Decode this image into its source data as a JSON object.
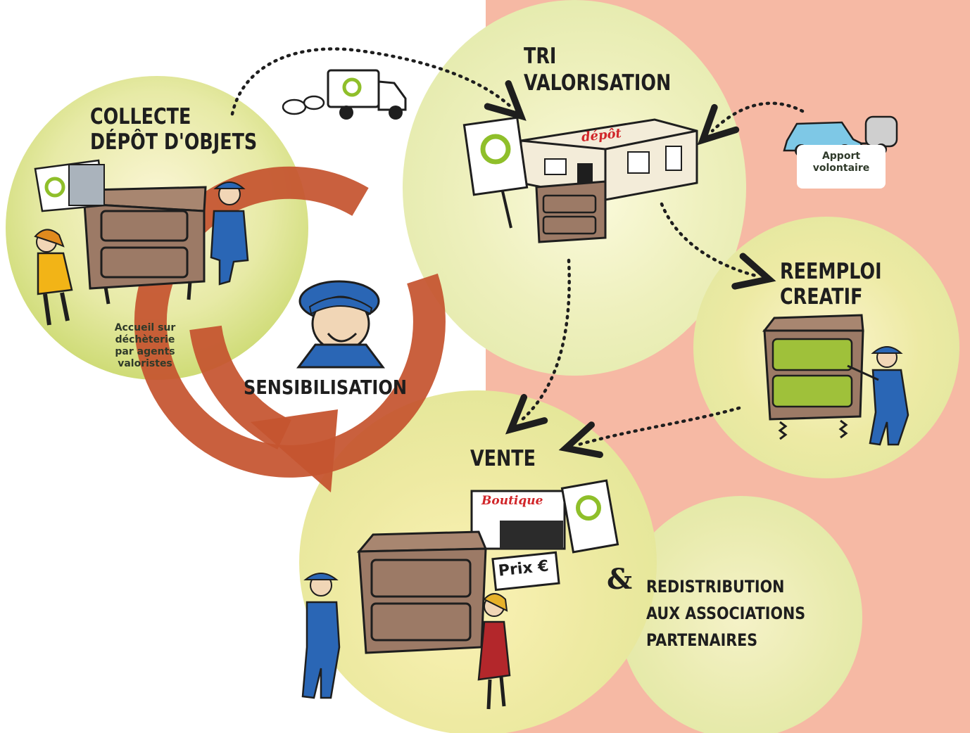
{
  "steps": {
    "collecte": {
      "line1": "COLLECTE",
      "line2": "DÉPÔT D'OBJETS",
      "note1": "Accueil sur",
      "note2": "déchèterie",
      "note3": "par agents",
      "note4": "valoristes"
    },
    "tri": {
      "line1": "TRI",
      "line2": "VALORISATION"
    },
    "apport": {
      "line1": "Apport",
      "line2": "volontaire"
    },
    "reemploi": {
      "line1": "REEMPLOI",
      "line2": "CREATIF"
    },
    "vente": {
      "title": "VENTE"
    },
    "redistribution": {
      "amp": "&",
      "line1": "REDISTRIBUTION",
      "line2": "AUX ASSOCIATIONS",
      "line3": "PARTENAIRES"
    },
    "center": {
      "title": "SENSIBILISATION"
    }
  },
  "signs": {
    "depot": "dépôt",
    "boutique": "Boutique",
    "prix": "Prix €"
  },
  "colors": {
    "background_pink": "#f6b9a4",
    "bubble_green": "#dee7a2",
    "cycle_arrow": "#c5542f",
    "ink": "#1e1e1e",
    "uniform_blue": "#2a66b5"
  }
}
